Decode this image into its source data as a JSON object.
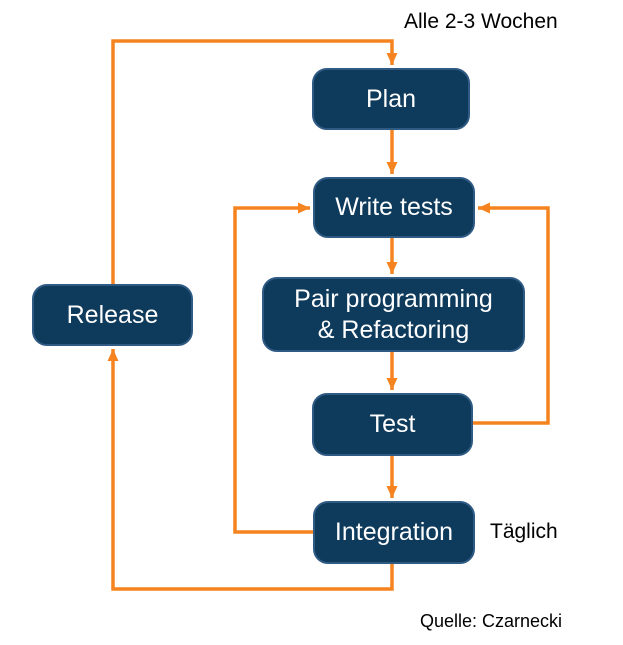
{
  "colors": {
    "box_fill": "#0E3A5C",
    "box_border": "#2E5A84",
    "box_text": "#FFFFFF",
    "arrow": "#F5831F",
    "label_text": "#000000",
    "canvas_bg": "#FFFFFF"
  },
  "nodes": {
    "plan": {
      "label": "Plan"
    },
    "write_tests": {
      "label": "Write tests"
    },
    "pair": {
      "label": "Pair programming\n& Refactoring"
    },
    "test": {
      "label": "Test"
    },
    "integration": {
      "label": "Integration"
    },
    "release": {
      "label": "Release"
    }
  },
  "annotations": {
    "interval_label": "Alle 2-3 Wochen",
    "daily_label": "Täglich",
    "source_label": "Quelle: Czarnecki"
  },
  "edges": [
    {
      "from": "plan",
      "to": "write_tests"
    },
    {
      "from": "write_tests",
      "to": "pair"
    },
    {
      "from": "pair",
      "to": "test"
    },
    {
      "from": "test",
      "to": "integration"
    },
    {
      "from": "test",
      "to": "write_tests"
    },
    {
      "from": "integration",
      "to": "write_tests"
    },
    {
      "from": "integration",
      "to": "release"
    },
    {
      "from": "release",
      "to": "plan"
    }
  ]
}
